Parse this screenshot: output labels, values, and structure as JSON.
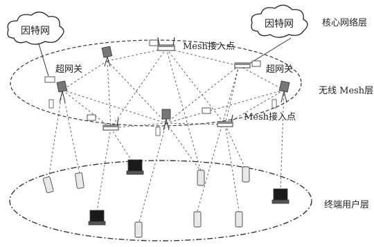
{
  "clouds": {
    "left": "因特网",
    "right": "因特网"
  },
  "nodes": {
    "mesh_ap_top": "Mesh接入点",
    "mesh_ap_mid": "Mesh接入点",
    "super_gw_left": "超网关",
    "super_gw_right": "超网关"
  },
  "layers": {
    "core": "核心网络层",
    "wireless": "无线 Mesh层",
    "terminal": "终端用户层"
  },
  "colors": {
    "line": "#333333",
    "device": "#444444",
    "laptop_screen": "#1a1a1a"
  }
}
